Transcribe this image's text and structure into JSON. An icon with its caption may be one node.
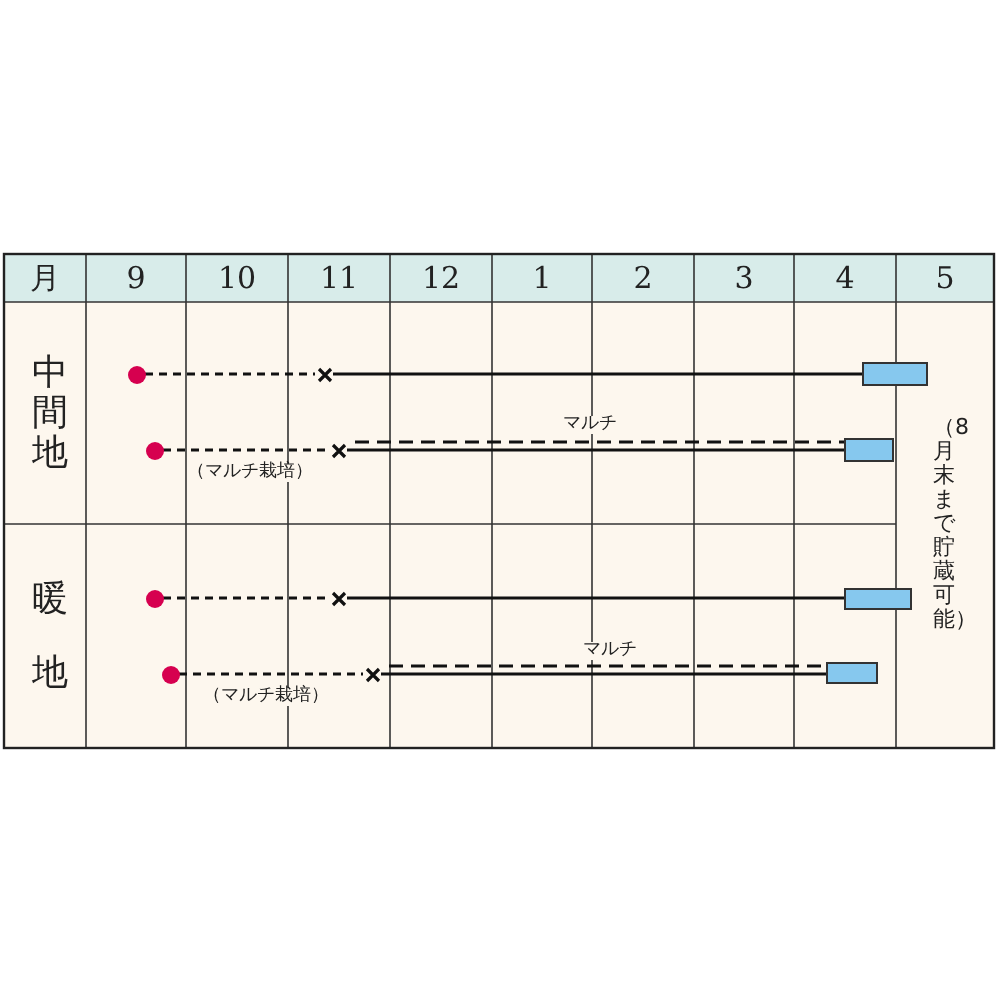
{
  "diagram": {
    "nodes": [
      {
        "text": [],
        "shape": "circle"
      },
      {
        "text": [],
        "shape": "cross"
      },
      {
        "text": [],
        "shape": "bar"
      },
      {
        "text": [],
        "shape": "circle"
      },
      {
        "text": [],
        "shape": "cross"
      },
      {
        "text": [],
        "shape": "bar"
      },
      {
        "text": [],
        "shape": "circle"
      },
      {
        "text": [],
        "shape": "cross"
      },
      {
        "text": [],
        "shape": "bar"
      },
      {
        "text": [],
        "shape": "circle"
      },
      {
        "text": [],
        "shape": "cross"
      },
      {
        "text": [],
        "shape": "bar"
      }
    ],
    "edges": [
      {
        "from": 0,
        "to": 1,
        "arrow": "none",
        "style": "dashed"
      },
      {
        "from": 1,
        "to": 2,
        "arrow": "none"
      },
      {
        "from": 3,
        "to": 4,
        "arrow": "none",
        "style": "dashed"
      },
      {
        "from": 4,
        "to": 5,
        "arrow": "none"
      },
      {
        "from": 6,
        "to": 7,
        "arrow": "none",
        "style": "dashed"
      },
      {
        "from": 7,
        "to": 8,
        "arrow": "none"
      },
      {
        "from": 9,
        "to": 10,
        "arrow": "none",
        "style": "dashed"
      },
      {
        "from": 10,
        "to": 11,
        "arrow": "none"
      },
      {
        "from": 4,
        "to": 5,
        "arrow": "none",
        "style": "dashed",
        "label": "マルチ"
      },
      {
        "from": 10,
        "to": 11,
        "arrow": "none",
        "style": "dashed",
        "label": "マルチ"
      }
    ],
    "labels": [
      "月",
      "9",
      "10",
      "11",
      "12",
      "1",
      "2",
      "3",
      "4",
      "5",
      "中間地",
      "（マルチ栽培）",
      "（8月末まで貯蔵可能）",
      "暖",
      "地",
      "（マルチ栽培）"
    ]
  }
}
